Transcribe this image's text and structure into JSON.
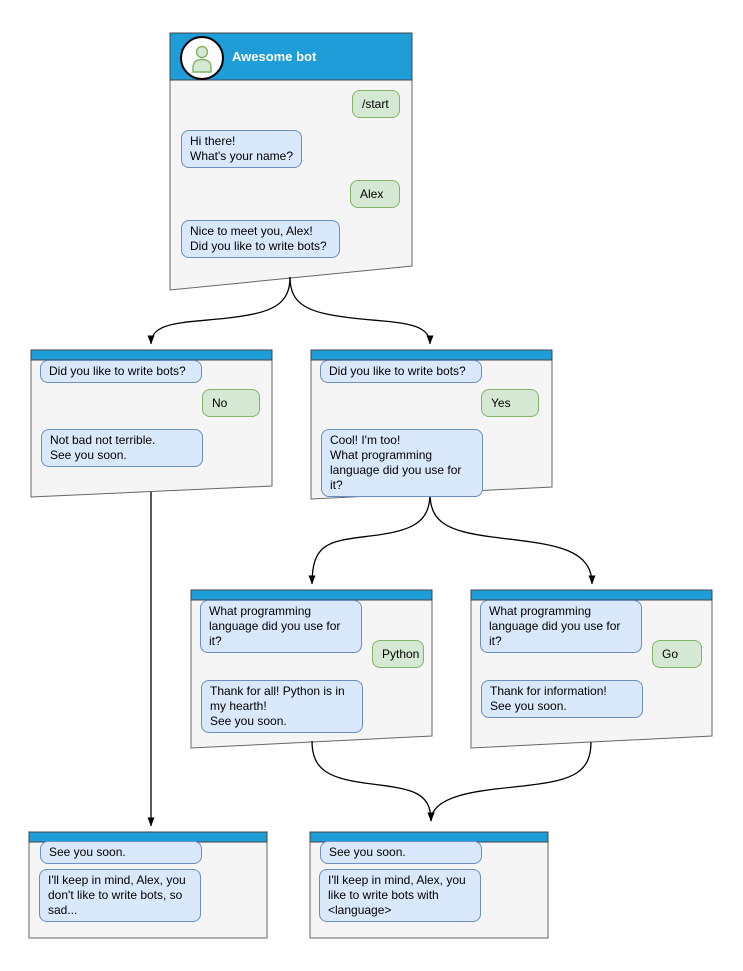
{
  "colors": {
    "header_blue": "#1e9dd8",
    "window_body": "#f5f5f5",
    "window_border": "#666666",
    "bot_bubble_fill": "#dae8fc",
    "bot_bubble_border": "#6c8ebf",
    "user_bubble_fill": "#d5e8d4",
    "user_bubble_border": "#82b366",
    "arrow": "#000000"
  },
  "windows": [
    {
      "id": "awesome-bot",
      "title": "Awesome bot",
      "avatar_icon": "person-icon",
      "messages": [
        {
          "from": "user",
          "text": "/start"
        },
        {
          "from": "bot",
          "text": "Hi there!\nWhat's your name?"
        },
        {
          "from": "user",
          "text": "Alex"
        },
        {
          "from": "bot",
          "text": "Nice to meet you, Alex!\nDid you like to write bots?"
        }
      ]
    },
    {
      "id": "branch-no",
      "messages": [
        {
          "from": "bot",
          "text": "Did you like to write bots?"
        },
        {
          "from": "user",
          "text": "No"
        },
        {
          "from": "bot",
          "text": "Not bad not terrible.\nSee you soon."
        }
      ]
    },
    {
      "id": "branch-yes",
      "messages": [
        {
          "from": "bot",
          "text": "Did you like to write bots?"
        },
        {
          "from": "user",
          "text": "Yes"
        },
        {
          "from": "bot",
          "text": "Cool! I'm too!\nWhat programming\nlanguage did you use for it?"
        }
      ]
    },
    {
      "id": "lang-python",
      "messages": [
        {
          "from": "bot",
          "text": "What programming\nlanguage did you use for it?"
        },
        {
          "from": "user",
          "text": "Python"
        },
        {
          "from": "bot",
          "text": "Thank for all! Python is in\nmy hearth!\nSee you soon."
        }
      ]
    },
    {
      "id": "lang-go",
      "messages": [
        {
          "from": "bot",
          "text": "What programming\nlanguage did you use for it?"
        },
        {
          "from": "user",
          "text": "Go"
        },
        {
          "from": "bot",
          "text": "Thank for information!\nSee you soon."
        }
      ]
    },
    {
      "id": "end-sad",
      "messages": [
        {
          "from": "bot",
          "text": "See you soon."
        },
        {
          "from": "bot",
          "text": "I'll keep in mind, Alex, you\ndon't like to write bots, so\nsad..."
        }
      ]
    },
    {
      "id": "end-language",
      "messages": [
        {
          "from": "bot",
          "text": "See you soon."
        },
        {
          "from": "bot",
          "text": "I'll keep in mind, Alex, you\nlike to write bots with\n<language>"
        }
      ]
    }
  ],
  "connectors": [
    {
      "from": "awesome-bot",
      "to": "branch-no"
    },
    {
      "from": "awesome-bot",
      "to": "branch-yes"
    },
    {
      "from": "branch-no",
      "to": "end-sad"
    },
    {
      "from": "branch-yes",
      "to": "lang-python"
    },
    {
      "from": "branch-yes",
      "to": "lang-go"
    },
    {
      "from": "lang-python",
      "to": "end-language"
    },
    {
      "from": "lang-go",
      "to": "end-language"
    }
  ]
}
